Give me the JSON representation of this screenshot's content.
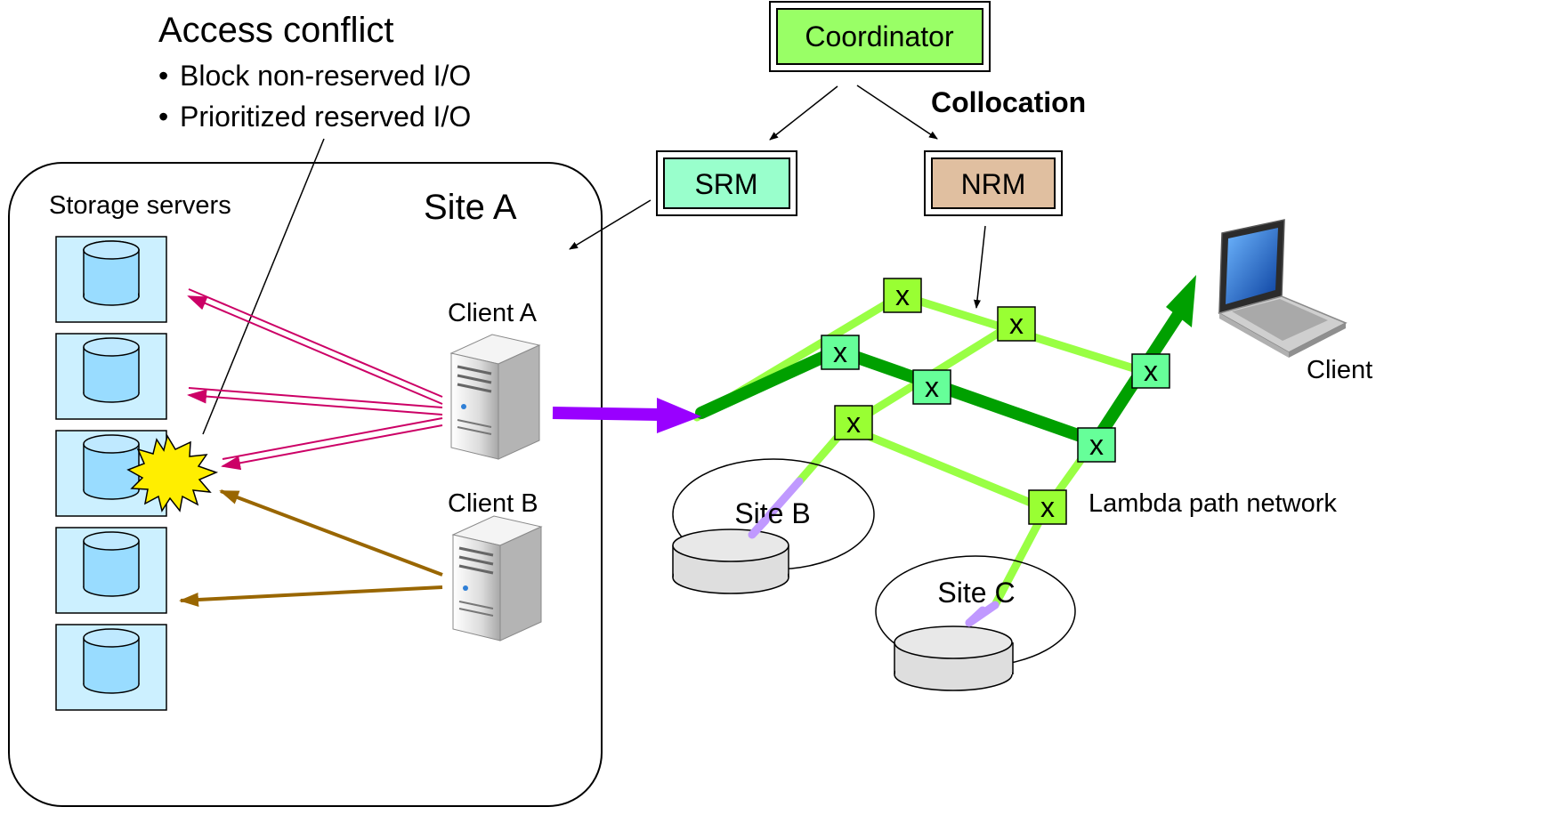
{
  "annotation": {
    "title": "Access conflict",
    "bullets": [
      "Block non-reserved I/O",
      "Prioritized reserved I/O"
    ]
  },
  "site_a": {
    "label": "Site A",
    "storage_label": "Storage servers",
    "client_a": "Client A",
    "client_b": "Client B"
  },
  "managers": {
    "coordinator": "Coordinator",
    "srm": "SRM",
    "nrm": "NRM",
    "collocation": "Collocation"
  },
  "network": {
    "label": "Lambda path network",
    "switch_mark": "x",
    "site_b": "Site B",
    "site_c": "Site C",
    "client": "Client"
  },
  "colors": {
    "coordinator_fill": "#99ff66",
    "srm_fill": "#99ffcc",
    "nrm_fill": "#e0bfa0",
    "switch_green": "#99ff33",
    "switch_teal": "#66ff99",
    "path_light": "#99ff44",
    "path_dark": "#00a000",
    "client_a_arrow": "#cc0066",
    "client_b_arrow": "#996600",
    "transfer_arrow": "#9900ff",
    "storage_fill": "#ccf0ff",
    "disk_fill": "#99dcff"
  }
}
